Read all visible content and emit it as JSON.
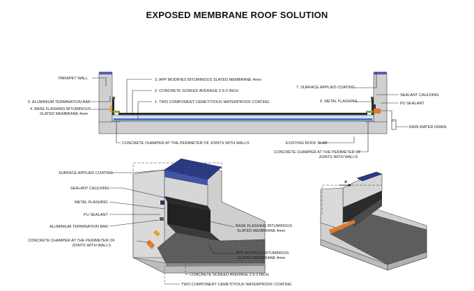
{
  "title": "EXPOSED MEMBRANE ROOF SOLUTION",
  "section_labels": {
    "parapet_wall": "PARAPET WALL",
    "app_membrane": "3. APP MODIFIES BITUMINOUS SLATED MEMBRANE 4mm",
    "concrete_screed": "2. CONCRETE SCREED AVERAGE 2.5-3 INCH",
    "cementitious_coating": "1. TWO COMPONENT CEMETITIOUS WATERPROOF COATING",
    "aluminium_bar": "5. ALUMINIUM TERMINATION BAR",
    "base_flashing_1": "4. BASE FLASHING BITUMINOUS",
    "base_flashing_2": "SLATED MEMBRANE 4mm",
    "surface_coating": "7. SURFACE APPLIED COATING",
    "metal_flashing": "6. METAL FLASHING",
    "sealant_caulking": "SEALANT CAULKING",
    "pu_sealant": "PU SEALANT",
    "rain_drain": "RAIN WATER DRAIN",
    "existing_slab": "EXISTING ROOF SLAB",
    "chamfer_left": "CONCRETE CHAMPER AT THE PERIMETER OF JOINTS WITH WALLS",
    "chamfer_right_1": "CONCRETE CHAMPER AT THE PERIMETER OF",
    "chamfer_right_2": "JOINTS WITH WALLS"
  },
  "iso_labels": {
    "surface_coating": "SURFACE APPLIED COATING",
    "sealant_caulking": "SEALANT CAULKING",
    "metal_flashing": "METAL FLASHING",
    "pu_sealant": "PU SEALANT",
    "aluminium_bar": "ALUMINIUM TERMINATION BAR",
    "chamfer_1": "CONCRETE CHAMPER AT THE PERIMETER OF",
    "chamfer_2": "JOINTS WITH WALLS",
    "base_flashing_1": "BASE FLASHING BITUMINOUS",
    "base_flashing_2": "SLATED MEMBRANE 4mm",
    "app_1": "APP MODIFIES BITUMINOUS",
    "app_2": "SLATED MEMBRANE 4mm",
    "screed": "CONCRETE SCREED AVERAGE 2.5-3 INCH",
    "coating": "TWO COMPONENT CEMETITIOUS WATERPROOF COATING"
  },
  "key_marker": "A",
  "colors": {
    "concrete": "#cfcfcf",
    "membrane": "#2b2b2b",
    "blue_layer": "#3d7bd6",
    "surface_coating": "#31448f",
    "sealant_orange": "#e07a2c",
    "parapet_cap": "#5b5fb0"
  }
}
